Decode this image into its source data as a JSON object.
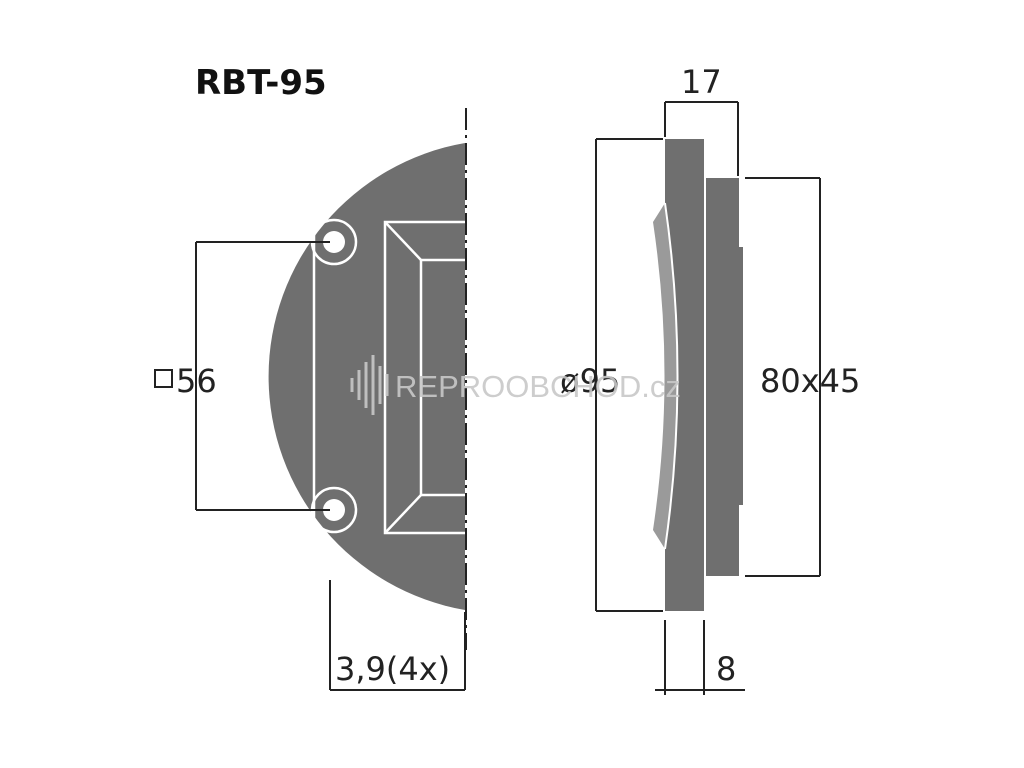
{
  "title": "RBT-95",
  "dimensions": {
    "square": "56",
    "hole": "3,9(4x)",
    "diameter": "95",
    "depth_total": "17",
    "flange": "8",
    "rear": "80x45"
  },
  "symbols": {
    "square": "□",
    "diameter": "ø"
  },
  "watermark": "REPROOBCHOD.cz",
  "colors": {
    "body": "#6f6f6f",
    "light": "#9a9a9a",
    "line": "#222222",
    "watermark": "#c8c8c8"
  }
}
